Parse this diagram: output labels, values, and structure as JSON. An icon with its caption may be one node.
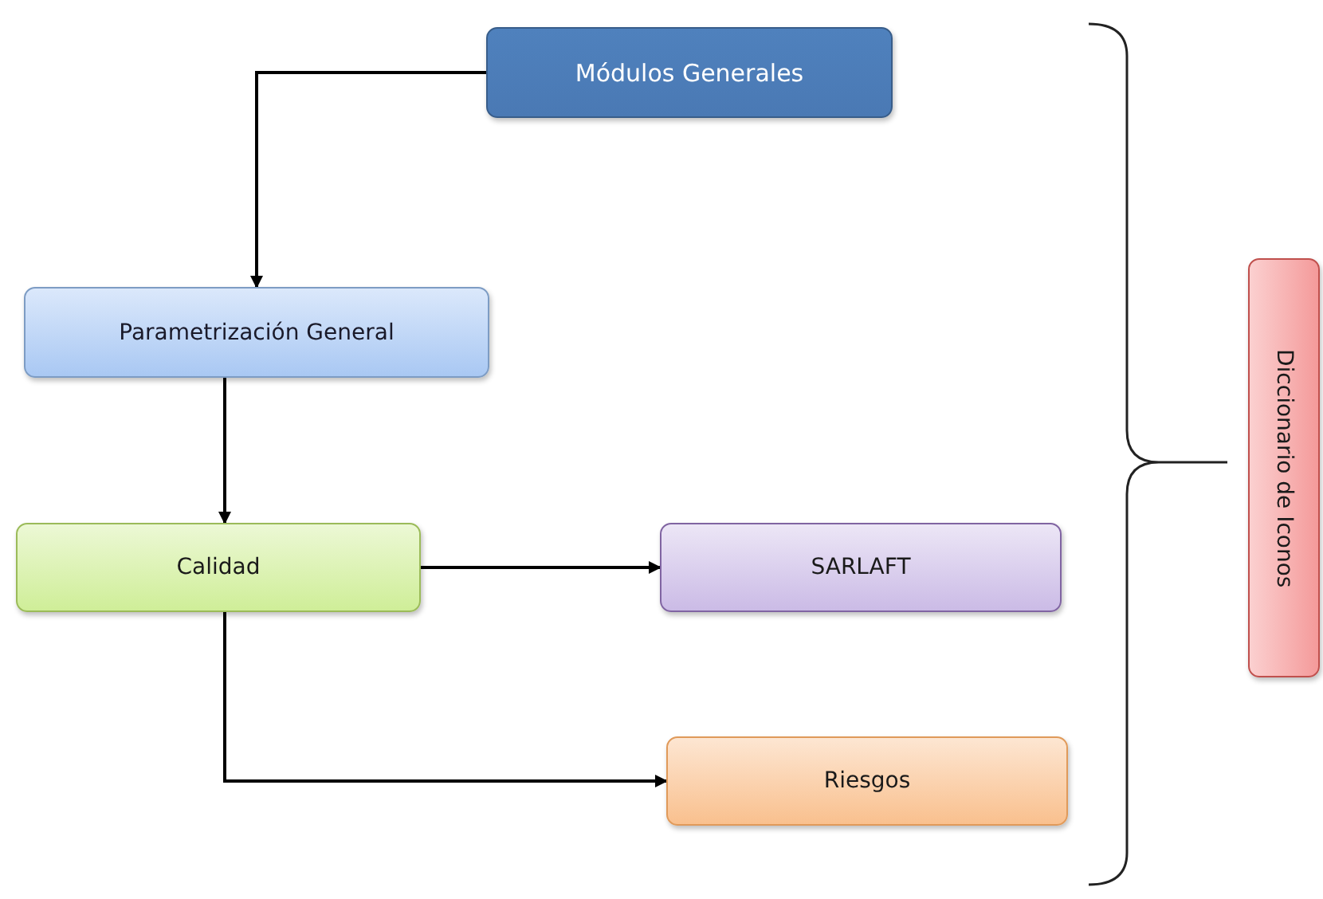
{
  "diagram": {
    "nodes": [
      {
        "text": [
          "Módulos Generales"
        ]
      },
      {
        "text": [
          "Parametrización General"
        ]
      },
      {
        "text": [
          "Calidad"
        ]
      },
      {
        "text": [
          "SARLAFT"
        ]
      },
      {
        "text": [
          "Riesgos"
        ]
      },
      {
        "text": [
          "Diccionario de Iconos"
        ]
      }
    ],
    "edges": [
      {
        "from": 0,
        "to": 1,
        "arrow": "to"
      },
      {
        "from": 1,
        "to": 2,
        "arrow": "to"
      },
      {
        "from": 2,
        "to": 3,
        "arrow": "to"
      },
      {
        "from": 2,
        "to": 4,
        "arrow": "to"
      }
    ]
  }
}
